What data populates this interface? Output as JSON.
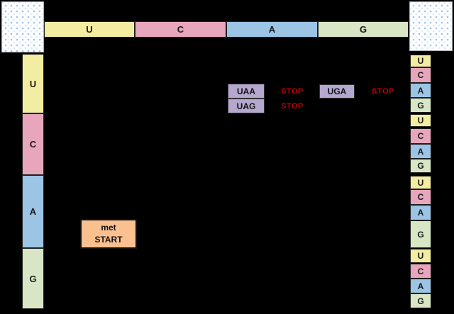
{
  "palette": {
    "background": "#000000",
    "base_u_yellow": "#f2eda1",
    "base_c_pink": "#e7a6bc",
    "base_a_blue": "#9cc4e4",
    "base_g_green": "#d8e6c6",
    "stop_box_purple": "#b5a8cf",
    "start_box_orange": "#fac090",
    "stop_text_red": "#c00000"
  },
  "header_row": {
    "cells": [
      {
        "label": "U"
      },
      {
        "label": "C"
      },
      {
        "label": "A"
      },
      {
        "label": "G"
      }
    ]
  },
  "left_column": {
    "cells": [
      {
        "label": "U"
      },
      {
        "label": "C"
      },
      {
        "label": "A"
      },
      {
        "label": "G"
      }
    ]
  },
  "right_column": {
    "cells": [
      "U",
      "C",
      "A",
      "G",
      "U",
      "C",
      "A",
      "G",
      "U",
      "C",
      "A",
      "G",
      "U",
      "C",
      "A",
      "G"
    ]
  },
  "stop_codons": [
    {
      "codon": "UAA",
      "label": "STOP"
    },
    {
      "codon": "UAG",
      "label": "STOP"
    },
    {
      "codon": "UGA",
      "label": "STOP"
    }
  ],
  "start_codon": {
    "amino_acid": "met",
    "label": "START"
  }
}
